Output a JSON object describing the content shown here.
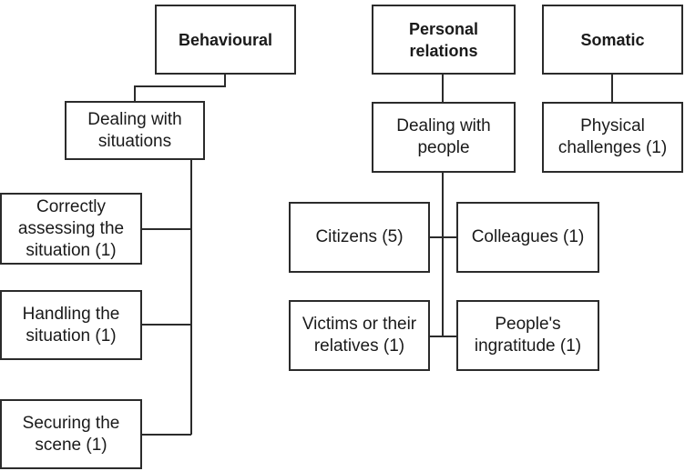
{
  "diagram": {
    "categories": {
      "behavioural": "Behavioural",
      "personal_relations": "Personal\nrelations",
      "somatic": "Somatic"
    },
    "subcategories": {
      "dealing_with_situations": "Dealing with\nsituations",
      "dealing_with_people": "Dealing with\npeople",
      "physical_challenges": "Physical\nchallenges (1)"
    },
    "items": {
      "correctly_assessing": "Correctly\nassessing the\nsituation (1)",
      "handling_situation": "Handling the\nsituation (1)",
      "securing_scene": "Securing the\nscene (1)",
      "citizens": "Citizens (5)",
      "colleagues": "Colleagues (1)",
      "victims": "Victims or their\nrelatives (1)",
      "ingratitude": "People's\ningratitude (1)"
    }
  }
}
